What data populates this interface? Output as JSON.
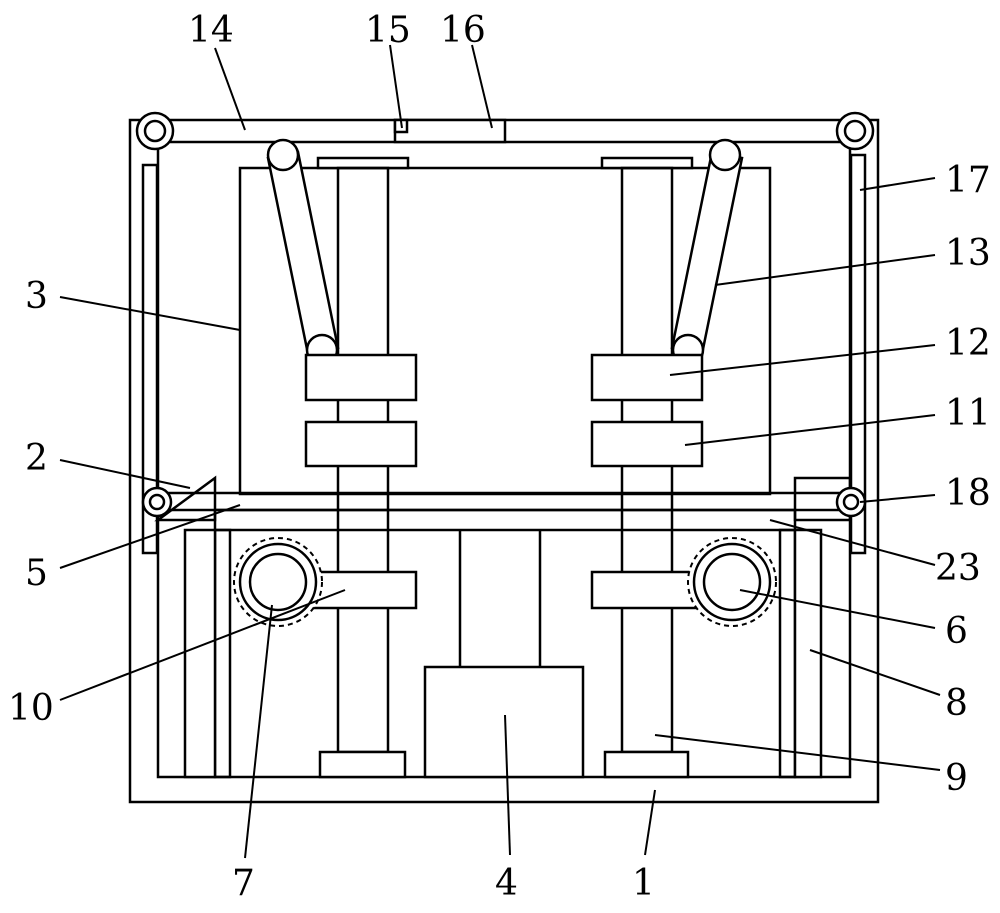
{
  "figure": {
    "labels": {
      "l1": "1",
      "l2": "2",
      "l3": "3",
      "l4": "4",
      "l5": "5",
      "l6": "6",
      "l7": "7",
      "l8": "8",
      "l9": "9",
      "l10": "10",
      "l11": "11",
      "l12": "12",
      "l13": "13",
      "l14": "14",
      "l15": "15",
      "l16": "16",
      "l17": "17",
      "l18": "18",
      "l23": "23"
    }
  }
}
